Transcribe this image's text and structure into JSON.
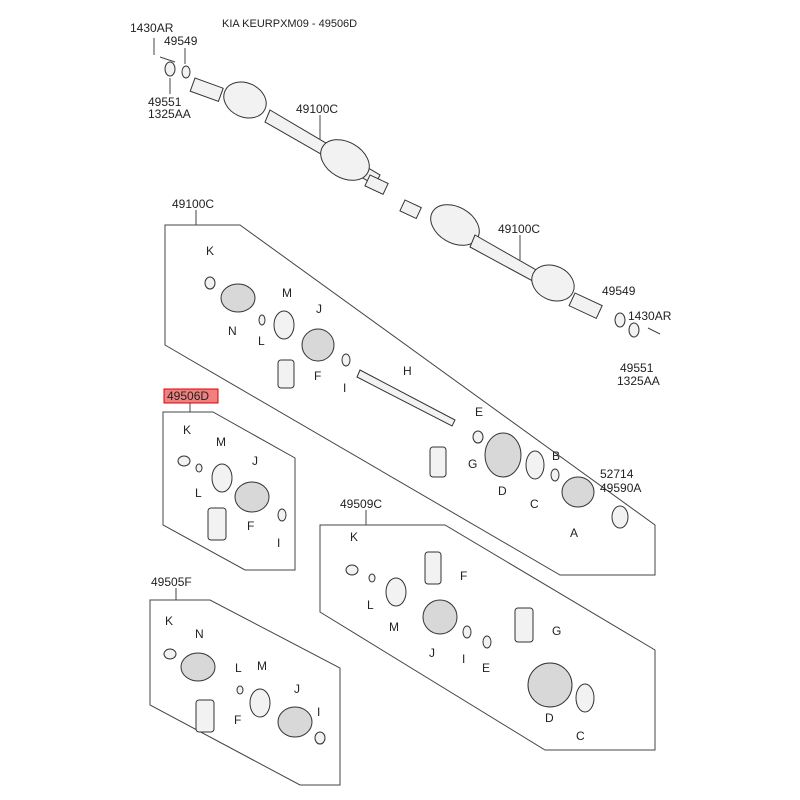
{
  "title": "KIA KEURPXM09 - 49506D",
  "highlight_color": "#f08080",
  "top_shaft": {
    "pin": "1430AR",
    "washer": "49549",
    "nut": [
      "49551",
      "1325AA"
    ],
    "shaft_a": "49100C",
    "shaft_b": "49100C"
  },
  "right_end": {
    "washer": "49549",
    "pin": "1430AR",
    "nut": [
      "49551",
      "1325AA"
    ]
  },
  "group_49100C": {
    "title": "49100C",
    "labels": {
      "K": "K",
      "N": "N",
      "M": "M",
      "L": "L",
      "J": "J",
      "F": "F",
      "I": "I",
      "H": "H",
      "E": "E",
      "G": "G",
      "D": "D",
      "C": "C",
      "B": "B",
      "A": "A"
    },
    "extra": [
      "52714",
      "49590A"
    ]
  },
  "group_49506D": {
    "title": "49506D",
    "labels": {
      "K": "K",
      "M": "M",
      "L": "L",
      "J": "J",
      "F": "F",
      "I": "I"
    }
  },
  "group_49509C": {
    "title": "49509C",
    "labels": {
      "K": "K",
      "F": "F",
      "L": "L",
      "M": "M",
      "J": "J",
      "I": "I",
      "E": "E",
      "G": "G",
      "D": "D",
      "C": "C"
    }
  },
  "group_49505F": {
    "title": "49505F",
    "labels": {
      "K": "K",
      "N": "N",
      "L": "L",
      "M": "M",
      "J": "J",
      "F": "F",
      "I": "I"
    }
  }
}
